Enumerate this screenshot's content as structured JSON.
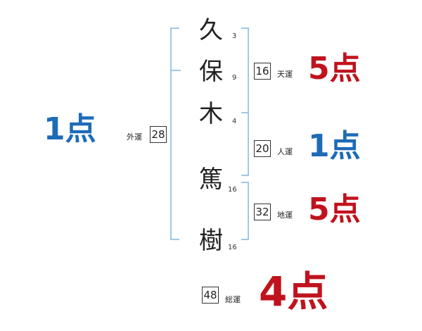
{
  "colors": {
    "bracket": "#9fc8e6",
    "good": "#1e6bb8",
    "bad": "#c0131d"
  },
  "name": {
    "chars": [
      {
        "char": "久",
        "strokes": "3"
      },
      {
        "char": "保",
        "strokes": "9"
      },
      {
        "char": "木",
        "strokes": "4"
      },
      {
        "char": "篤",
        "strokes": "16"
      },
      {
        "char": "樹",
        "strokes": "16"
      }
    ]
  },
  "fortunes": {
    "gaiun": {
      "label": "外運",
      "value": "28",
      "score": "1点"
    },
    "tenun": {
      "label": "天運",
      "value": "16",
      "score": "5点"
    },
    "jinun": {
      "label": "人運",
      "value": "20",
      "score": "1点"
    },
    "chiun": {
      "label": "地運",
      "value": "32",
      "score": "5点"
    },
    "souun": {
      "label": "総運",
      "value": "48",
      "score": "4点"
    }
  }
}
